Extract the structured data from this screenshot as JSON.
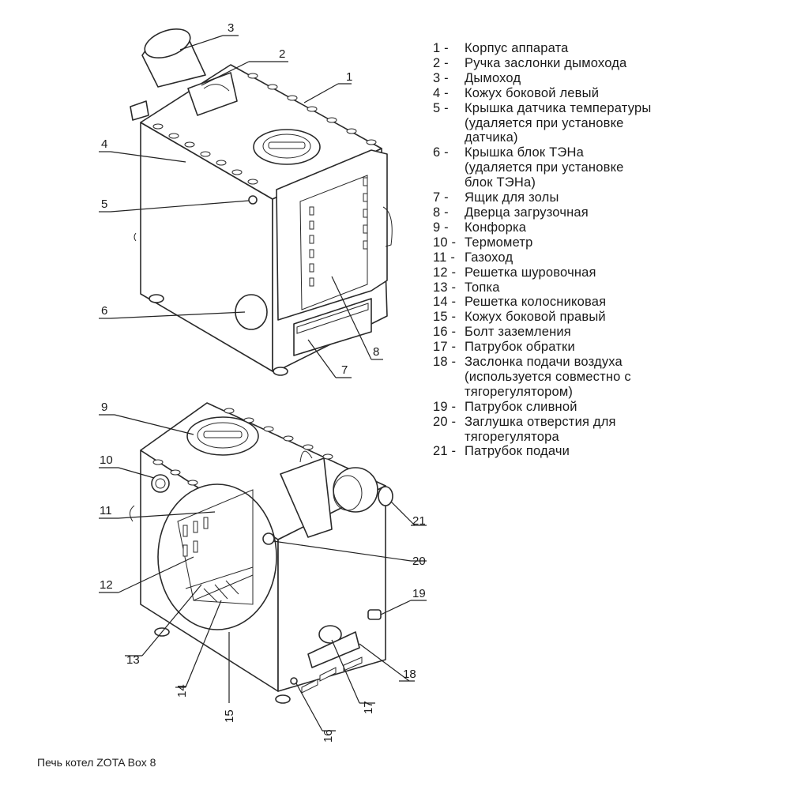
{
  "legend": [
    {
      "num": "1 -",
      "text": "Корпус аппарата"
    },
    {
      "num": "2 -",
      "text": "Ручка заслонки  дымохода"
    },
    {
      "num": "3  -",
      "text": "Дымоход"
    },
    {
      "num": "4 -",
      "text": "Кожух боковой левый"
    },
    {
      "num": "5 -",
      "text": "Крышка датчика температуры\n(удаляется при  установке\nдатчика)"
    },
    {
      "num": "6 -",
      "text": "Крышка блок ТЭНа\n(удаляется при  установке\nблок ТЭНа)"
    },
    {
      "num": "7 -",
      "text": " Ящик для золы"
    },
    {
      "num": "8 -",
      "text": "Дверца загрузочная"
    },
    {
      "num": "9 -",
      "text": " Конфорка"
    },
    {
      "num": "10 -",
      "text": " Термометр"
    },
    {
      "num": "11 -",
      "text": "Газоход"
    },
    {
      "num": "12 -",
      "text": "Решетка шуровочная"
    },
    {
      "num": "13 -",
      "text": " Топка"
    },
    {
      "num": "14 -",
      "text": "Решетка колосниковая"
    },
    {
      "num": "15 -",
      "text": "Кожух боковой правый"
    },
    {
      "num": "16 -",
      "text": "Болт заземления"
    },
    {
      "num": "17 -",
      "text": "Патрубок обратки"
    },
    {
      "num": "18 -",
      "text": " Заслонка подачи  воздуха\n(используется совместно с\nтягорегулятором)"
    },
    {
      "num": "19 -",
      "text": "Патрубок сливной"
    },
    {
      "num": "20 -",
      "text": "Заглушка отверстия для\nтягорегулятора"
    },
    {
      "num": "21 -",
      "text": "Патрубок подачи"
    }
  ],
  "callouts": {
    "c1": "1",
    "c2": "2",
    "c3": "3",
    "c4": "4",
    "c5": "5",
    "c6": "6",
    "c7": "7",
    "c8": "8",
    "c9": "9",
    "c10": "10",
    "c11": "11",
    "c12": "12",
    "c13": "13",
    "c14": "14",
    "c15": "15",
    "c16": "16",
    "c17": "17",
    "c18": "18",
    "c19": "19",
    "c20": "20",
    "c21": "21"
  },
  "caption": "Печь котел ZOTA Box 8"
}
